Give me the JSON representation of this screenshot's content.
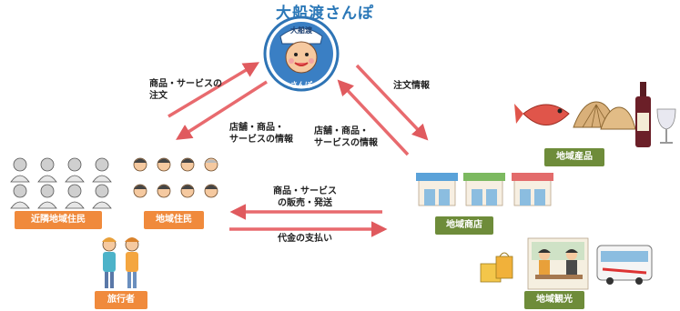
{
  "title": "大船渡さんぽ",
  "logo": {
    "top_text": "大船渡",
    "bottom_text": "さんぽ"
  },
  "arrows": {
    "order": [
      "商品・サービスの",
      "注文"
    ],
    "store_info_left": [
      "店舗・商品・",
      "サービスの情報"
    ],
    "order_info": "注文情報",
    "store_info_right": [
      "店舗・商品・",
      "サービスの情報"
    ],
    "sales": [
      "商品・サービス",
      "の販売・発送"
    ],
    "payment": "代金の支払い"
  },
  "labels": {
    "neighbors": "近隣地域住民",
    "residents": "地域住民",
    "travelers": "旅行者",
    "products": "地域産品",
    "shops": "地域商店",
    "tourism": "地域観光"
  },
  "icons": [
    "mascot-logo-icon",
    "people-icon",
    "traveler-icon",
    "fish-icon",
    "scallop-icon",
    "wine-bottle-icon",
    "wine-glass-icon",
    "shop-icon",
    "shopping-bag-icon",
    "dining-people-icon",
    "bus-icon"
  ]
}
